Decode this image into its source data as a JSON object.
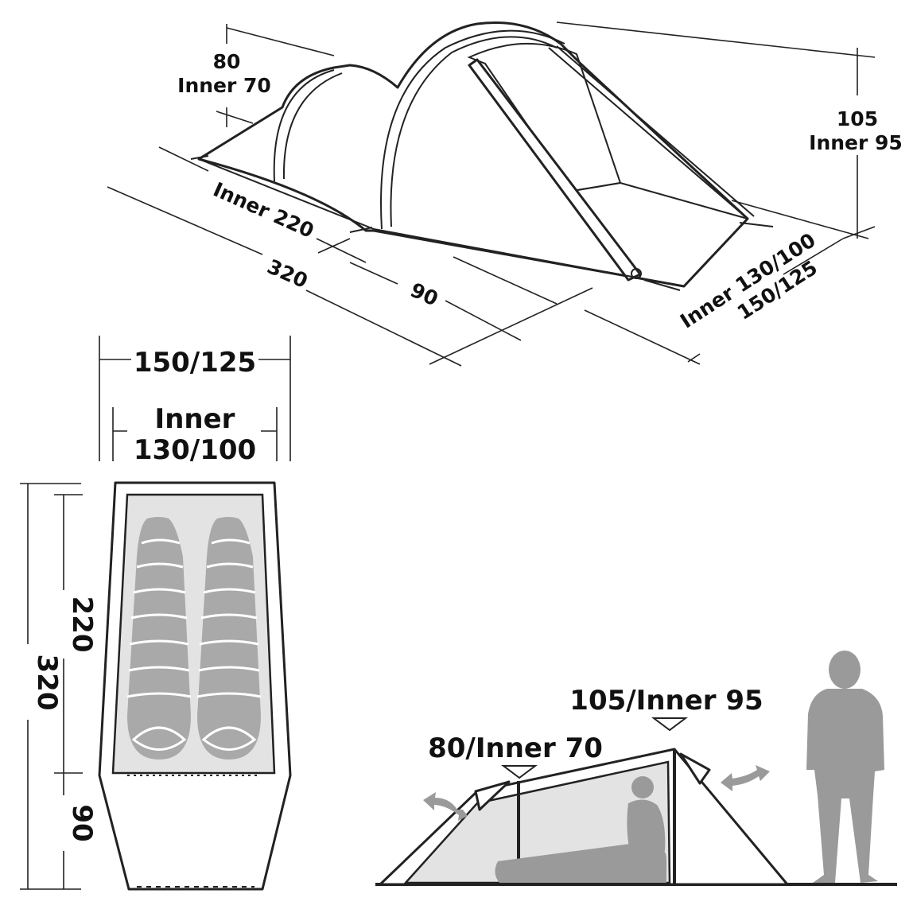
{
  "perspective_view": {
    "vestibule_height": "80",
    "vestibule_inner_height": "Inner 70",
    "max_height": "105",
    "max_inner_height": "Inner 95",
    "inner_length": "Inner 220",
    "total_length": "320",
    "vestibule_length": "90",
    "inner_width": "Inner 130/100",
    "total_width": "150/125"
  },
  "floor_plan": {
    "total_width": "150/125",
    "inner_label": "Inner",
    "inner_width": "130/100",
    "inner_length": "220",
    "total_length": "320",
    "vestibule_length": "90"
  },
  "side_view": {
    "max_height": "105/Inner 95",
    "low_height": "80/Inner 70"
  },
  "colors": {
    "line": "#222222",
    "inner_fill": "#e3e3e3",
    "silhouette": "#9a9a9a"
  }
}
